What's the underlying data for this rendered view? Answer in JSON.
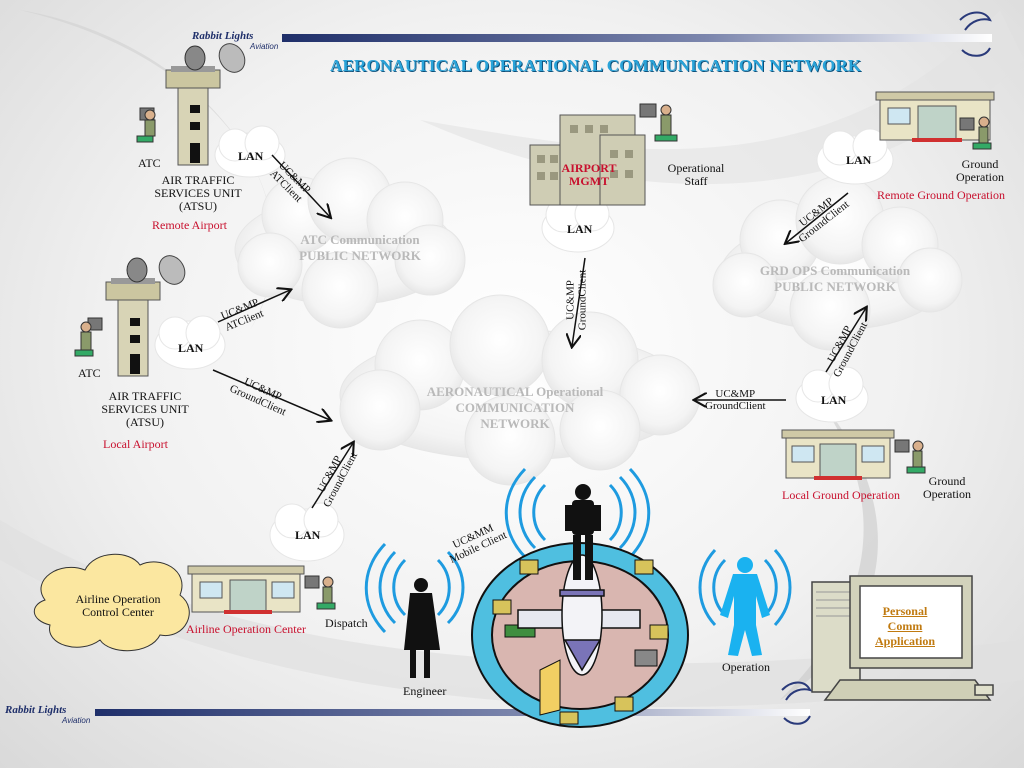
{
  "title": "AERONAUTICAL OPERATIONAL COMMUNICATION NETWORK",
  "brand": {
    "name": "Rabbit Lights",
    "sub": "Aviation"
  },
  "clouds": {
    "atc": [
      "ATC Communication",
      "PUBLIC NETWORK"
    ],
    "grd": [
      "GRD OPS Communication",
      "PUBLIC NETWORK"
    ],
    "aero": [
      "AERONAUTICAL Operational",
      "COMMUNICATION",
      "NETWORK"
    ],
    "aoc": [
      "Airline Operation",
      "Control Center"
    ]
  },
  "lan": "LAN",
  "links": {
    "remote_atc": [
      "UC&MP",
      "ATClient"
    ],
    "local_atc": [
      "UC&MP",
      "ATClient"
    ],
    "local_ground": [
      "UC&MP",
      "GroundClient"
    ],
    "airport": [
      "UC&MP",
      "GroundClient"
    ],
    "remote_grd": [
      "UC&MP",
      "GroundClient"
    ],
    "grd_up": [
      "UC&MP",
      "GroundClient"
    ],
    "local_grd": [
      "UC&MP",
      "GroundClient"
    ],
    "aoc": [
      "UC&MP",
      "GroundClient"
    ],
    "mobile": [
      "UC&MM",
      "Mobile Client"
    ]
  },
  "sites": {
    "remote_atsu": {
      "person": "ATC",
      "name": [
        "AIR TRAFFIC",
        "SERVICES UNIT",
        "(ATSU)"
      ],
      "place": "Remote Airport"
    },
    "local_atsu": {
      "person": "ATC",
      "name": [
        "AIR TRAFFIC",
        "SERVICES UNIT",
        "(ATSU)"
      ],
      "place": "Local Airport"
    },
    "airport_mgmt": {
      "name": [
        "AIRPORT",
        "MGMT"
      ],
      "person": [
        "Operational",
        "Staff"
      ]
    },
    "remote_grd": {
      "person": [
        "Ground",
        "Operation"
      ],
      "place": "Remote Ground Operation"
    },
    "local_grd": {
      "person": [
        "Ground",
        "Operation"
      ],
      "place": "Local Ground Operation"
    },
    "aoc": {
      "person": "Dispatch",
      "place": "Airline Operation Center"
    }
  },
  "people": {
    "engineer": "Engineer",
    "operation": "Operation"
  },
  "terminal": [
    "Personal",
    "Comm",
    "Application"
  ],
  "colors": {
    "title": "#2aa3d8",
    "red_label": "#c8102e",
    "brand": "#1f2f6a",
    "wave": "#1e9be0"
  }
}
